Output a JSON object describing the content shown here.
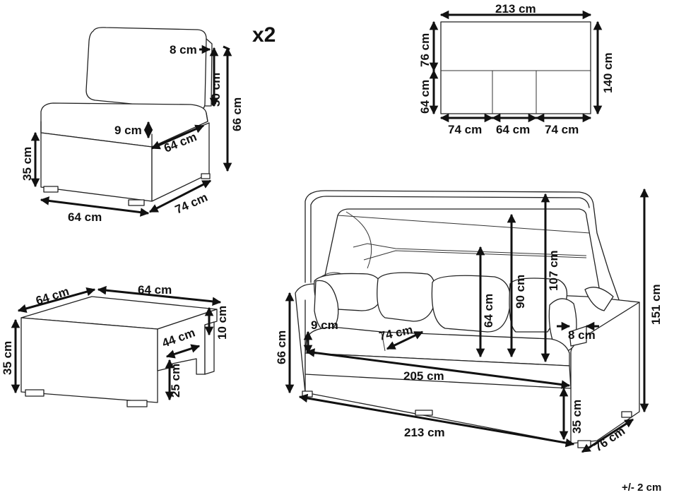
{
  "labels": {
    "quantity": "x2",
    "tolerance": "+/- 2 cm",
    "chair": {
      "back_depth": "8 cm",
      "backrest_height": "30 cm",
      "total_height": "66 cm",
      "cushion_thickness": "9 cm",
      "seat_depth": "64 cm",
      "base_height": "35 cm",
      "width": "64 cm",
      "depth": "74 cm"
    },
    "layout": {
      "total_width": "213 cm",
      "back_depth": "76 cm",
      "seat_depth": "64 cm",
      "total_depth": "140 cm",
      "left_section": "74 cm",
      "middle_section": "64 cm",
      "right_section": "74 cm"
    },
    "ottoman": {
      "depth": "64 cm",
      "width": "64 cm",
      "inner_width": "44 cm",
      "top_thickness": "10 cm",
      "height": "35 cm",
      "clearance": "25 cm"
    },
    "daybed": {
      "canopy_height": "107 cm",
      "total_height": "151 cm",
      "back_height": "90 cm",
      "backrest_height": "64 cm",
      "arm_height": "66 cm",
      "cushion_thickness": "9 cm",
      "seat_section": "74 cm",
      "arm_width": "8 cm",
      "seat_width": "205 cm",
      "total_width": "213 cm",
      "base_height": "35 cm",
      "depth": "76 cm"
    }
  }
}
